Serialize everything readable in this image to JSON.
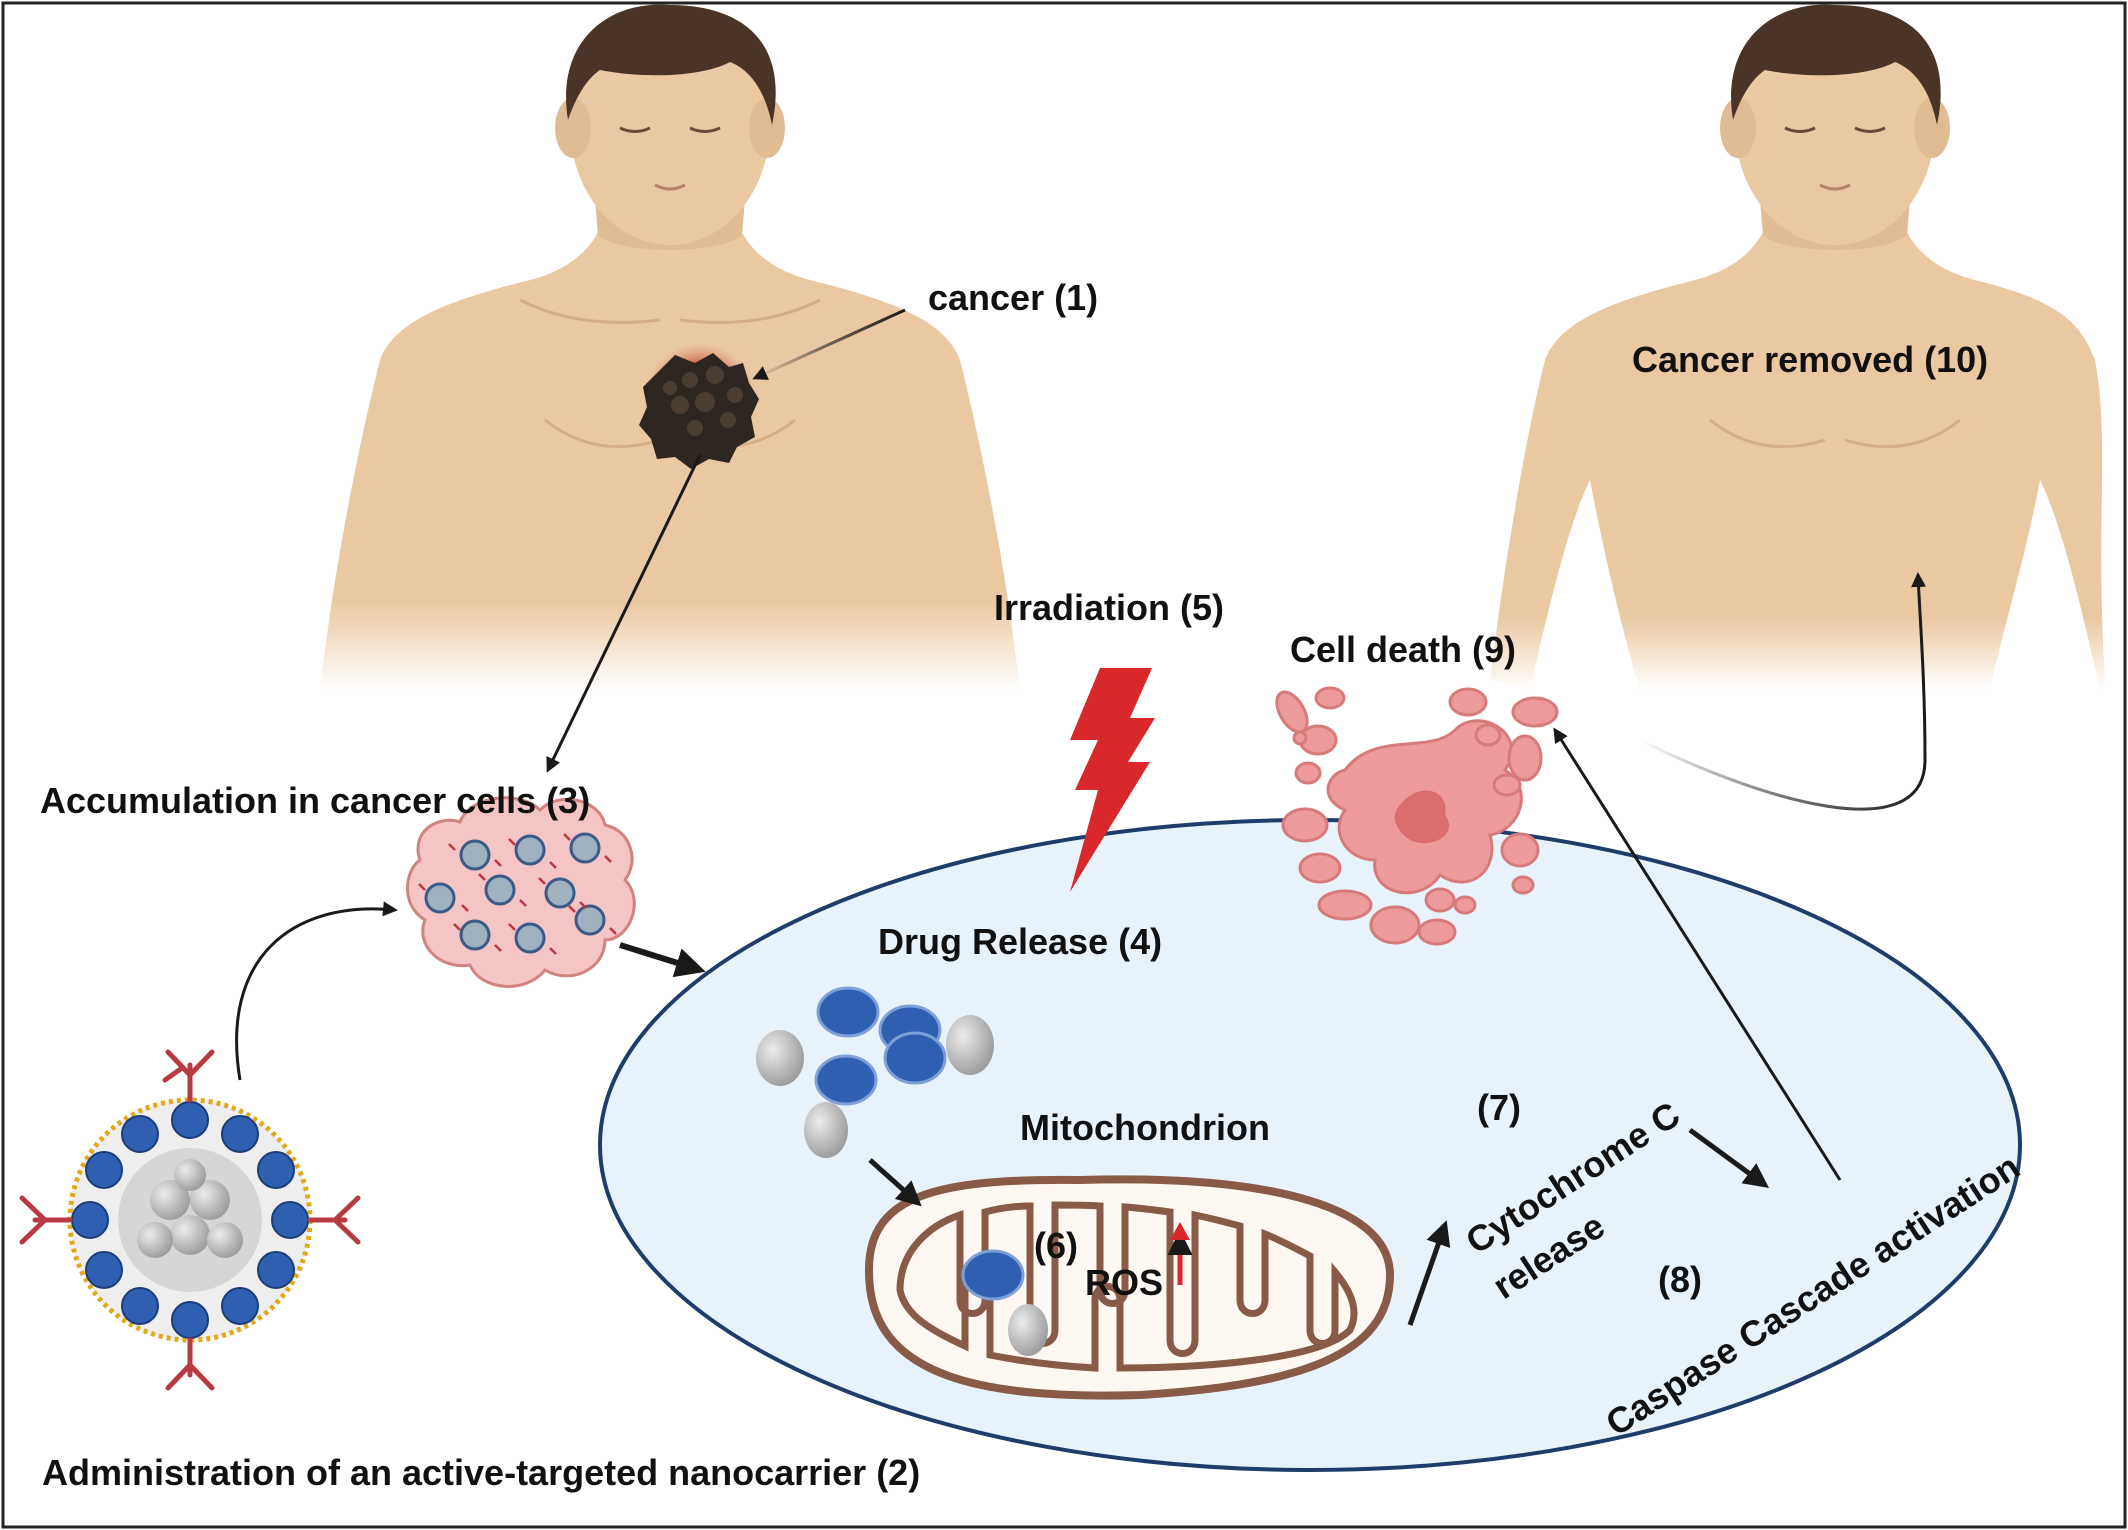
{
  "labels": {
    "cancer": "cancer (1)",
    "administration": "Administration  of an active-targeted nanocarrier (2)",
    "accumulation": "Accumulation in cancer cells (3)",
    "drug_release": "Drug Release (4)",
    "irradiation": "Irradiation (5)",
    "step6": "(6)",
    "ros": "ROS",
    "mitochondrion": "Mitochondrion",
    "step7": "(7)",
    "cytochrome_line1": "Cytochrome C",
    "cytochrome_line2": "release",
    "step8": "(8)",
    "caspase": "Caspase Cascade activation",
    "cell_death": "Cell death (9)",
    "cancer_removed": "Cancer removed (10)"
  },
  "colors": {
    "skin": "#eac9a2",
    "hair": "#4a3428",
    "tumor": "#2e2620",
    "cell_fill": "#e8f2fb",
    "cell_border": "#1f3d6b",
    "drug_blue": "#2f5fb0",
    "drug_gray": "#b9b9b9",
    "mito_outline": "#8a5a48",
    "dead_cell": "#ec9a9c",
    "lightning": "#d8282c",
    "antibody": "#b83a40"
  }
}
